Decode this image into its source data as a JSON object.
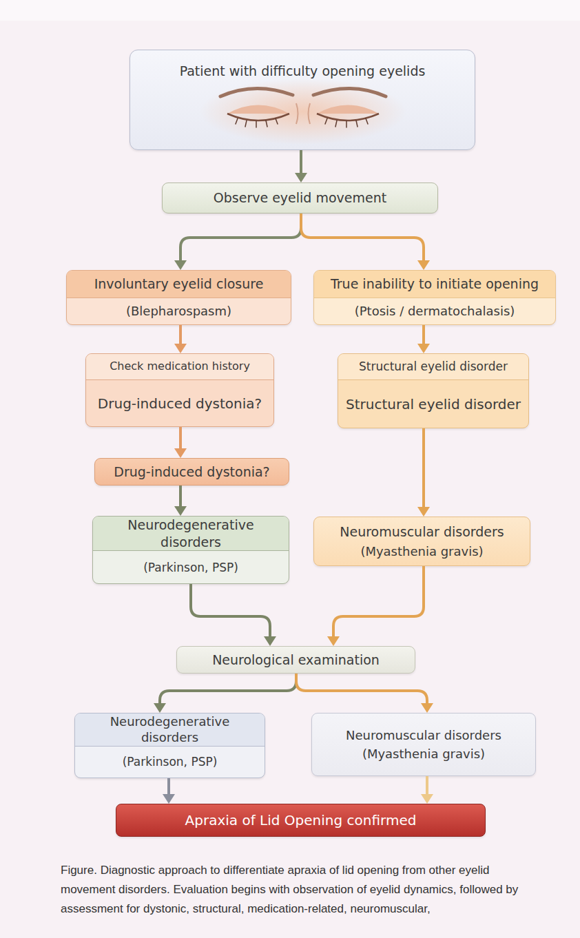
{
  "diagram": {
    "caption": "Figure. Diagnostic approach to differentiate apraxia of lid opening from other eyelid movement disorders. Evaluation begins with observation of eyelid dynamics, followed by assessment for dystonic, structural, medication-related, neuromuscular,",
    "nodes": [
      {
        "text": [
          "Patient with difficulty opening eyelids"
        ]
      },
      {
        "text": [
          "Observe eyelid movement"
        ]
      },
      {
        "text": [
          "Involuntary eyelid closure",
          "(Blepharospasm)"
        ]
      },
      {
        "text": [
          "True inability to initiate opening",
          "(Ptosis / dermatochalasis)"
        ]
      },
      {
        "text": [
          "Check medication history",
          "Drug-induced dystonia?"
        ]
      },
      {
        "text": [
          "Structural eyelid disorder",
          "Structural eyelid disorder"
        ]
      },
      {
        "text": [
          "Drug-induced dystonia?"
        ]
      },
      {
        "text": [
          "Neurodegenerative disorders",
          "(Parkinson, PSP)"
        ]
      },
      {
        "text": [
          "Neuromuscular disorders",
          "(Myasthenia gravis)"
        ]
      },
      {
        "text": [
          "Neurological examination"
        ]
      },
      {
        "text": [
          "Neurodegenerative disorders",
          "(Parkinson, PSP)"
        ]
      },
      {
        "text": [
          "Neuromuscular disorders",
          "(Myasthenia gravis)"
        ]
      },
      {
        "text": [
          "Apraxia of Lid Opening confirmed"
        ]
      }
    ],
    "edges": [
      {
        "from": 0,
        "to": 1,
        "arrow": "to"
      },
      {
        "from": 1,
        "to": 2,
        "arrow": "to"
      },
      {
        "from": 1,
        "to": 3,
        "arrow": "to"
      },
      {
        "from": 2,
        "to": 4,
        "arrow": "to"
      },
      {
        "from": 4,
        "to": 6,
        "arrow": "to"
      },
      {
        "from": 6,
        "to": 7,
        "arrow": "to"
      },
      {
        "from": 3,
        "to": 5,
        "arrow": "to"
      },
      {
        "from": 5,
        "to": 8,
        "arrow": "to"
      },
      {
        "from": 7,
        "to": 9,
        "arrow": "to"
      },
      {
        "from": 8,
        "to": 9,
        "arrow": "to"
      },
      {
        "from": 9,
        "to": 10,
        "arrow": "to"
      },
      {
        "from": 9,
        "to": 11,
        "arrow": "to"
      },
      {
        "from": 10,
        "to": 12,
        "arrow": "to"
      },
      {
        "from": 11,
        "to": 12,
        "arrow": "to"
      }
    ]
  }
}
